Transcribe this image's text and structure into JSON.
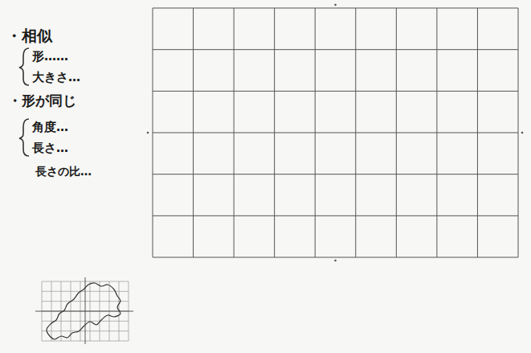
{
  "diagram": {
    "labels": [
      "・相似",
      "形……",
      "大きさ…",
      "・形が同じ",
      "角度…",
      "長さ…",
      "長さの比…"
    ]
  }
}
